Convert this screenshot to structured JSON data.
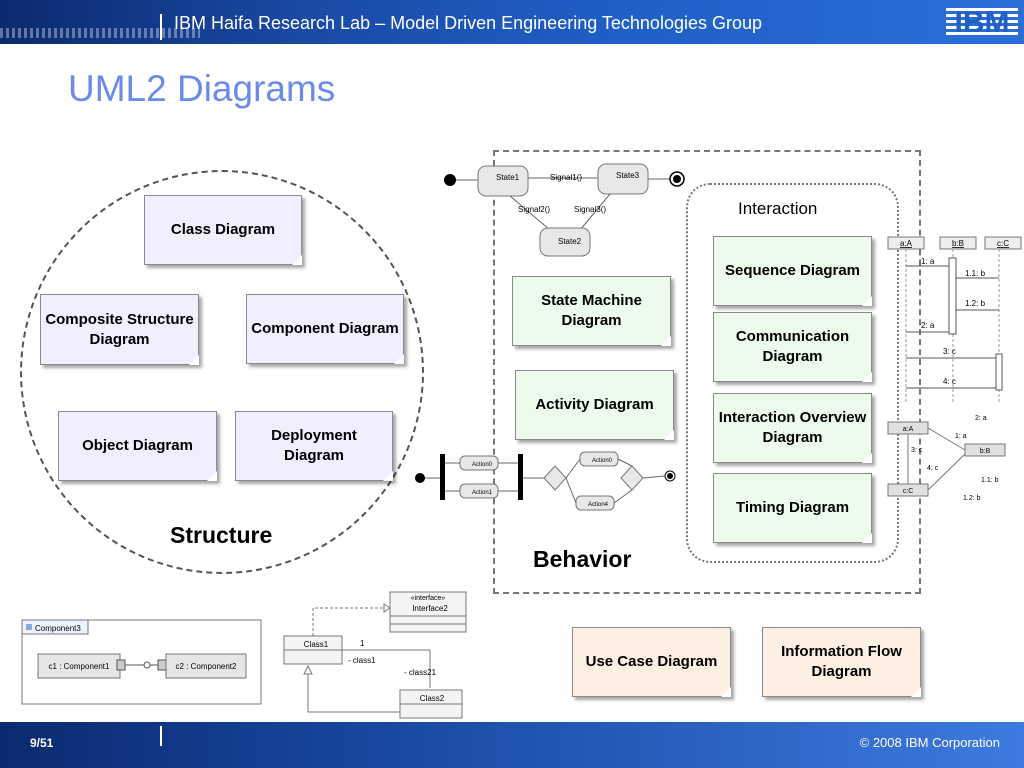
{
  "header": {
    "title": "IBM Haifa Research Lab – Model Driven Engineering Technologies Group",
    "logo": "IBM"
  },
  "page_title": "UML2 Diagrams",
  "footer": {
    "page": "9/51",
    "copyright": "© 2008 IBM Corporation"
  },
  "structure": {
    "label": "Structure",
    "diagrams": [
      "Class Diagram",
      "Composite Structure Diagram",
      "Component Diagram",
      "Object Diagram",
      "Deployment Diagram"
    ]
  },
  "behavior": {
    "label": "Behavior",
    "diagrams": [
      "State Machine Diagram",
      "Activity Diagram"
    ],
    "interaction": {
      "label": "Interaction",
      "diagrams": [
        "Sequence Diagram",
        "Communication Diagram",
        "Interaction Overview Diagram",
        "Timing Diagram"
      ]
    }
  },
  "other": [
    "Use Case Diagram",
    "Information Flow Diagram"
  ],
  "state_machine_thumb": {
    "states": [
      "State1",
      "State3",
      "State2"
    ],
    "signals": [
      "Signal1()",
      "Signal2()",
      "Signal3()"
    ]
  },
  "activity_thumb": {
    "actions": [
      "Action0",
      "Action1",
      "Action0",
      "Action4"
    ]
  },
  "sequence_thumb": {
    "lifelines": [
      "a:A",
      "b:B",
      "c:C"
    ],
    "messages": [
      "1: a",
      "1.1: b",
      "1.2: b",
      "2: a",
      "3: c",
      "4: c"
    ]
  },
  "communication_thumb": {
    "objects": [
      "a:A",
      "b:B",
      "c:C"
    ],
    "messages": [
      "2: a",
      "1: a",
      "3: c",
      "4: c",
      "1.1: b",
      "1.2: b"
    ]
  },
  "component_thumb": {
    "container": "Component3",
    "parts": [
      "c1 : Component1",
      "c2 : Component2"
    ]
  },
  "class_thumb": {
    "interface_stereotype": "«interface»",
    "interface": "Interface2",
    "classes": [
      "Class1",
      "Class2"
    ],
    "multiplicity": "1",
    "roles": [
      "- class1",
      "- class21"
    ]
  }
}
